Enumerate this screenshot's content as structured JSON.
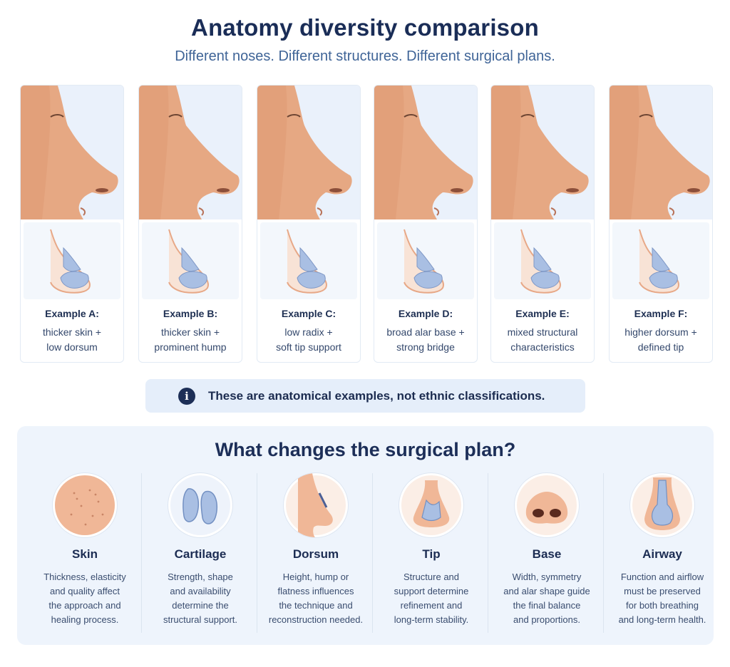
{
  "header": {
    "title": "Anatomy diversity comparison",
    "subtitle": "Different noses. Different structures. Different surgical plans."
  },
  "examples": [
    {
      "label": "Example A:",
      "desc_line1": "thicker skin +",
      "desc_line2": "low dorsum"
    },
    {
      "label": "Example B:",
      "desc_line1": "thicker skin +",
      "desc_line2": "prominent hump"
    },
    {
      "label": "Example C:",
      "desc_line1": "low radix +",
      "desc_line2": "soft tip support"
    },
    {
      "label": "Example D:",
      "desc_line1": "broad alar base +",
      "desc_line2": "strong bridge"
    },
    {
      "label": "Example E:",
      "desc_line1": "mixed structural",
      "desc_line2": "characteristics"
    },
    {
      "label": "Example F:",
      "desc_line1": "higher dorsum +",
      "desc_line2": "defined tip"
    }
  ],
  "notice": {
    "icon": "info-icon",
    "icon_glyph": "i",
    "text": "These are anatomical examples, not ethnic classifications."
  },
  "factors_panel": {
    "title": "What changes the surgical plan?",
    "factors": [
      {
        "name": "Skin",
        "icon": "skin-texture-icon",
        "lines": [
          "Thickness, elasticity",
          "and quality affect",
          "the approach and",
          "healing process."
        ]
      },
      {
        "name": "Cartilage",
        "icon": "cartilage-icon",
        "lines": [
          "Strength, shape",
          "and availability",
          "determine the",
          "structural support."
        ]
      },
      {
        "name": "Dorsum",
        "icon": "dorsum-profile-icon",
        "lines": [
          "Height, hump or",
          "flatness influences",
          "the technique and",
          "reconstruction needed."
        ]
      },
      {
        "name": "Tip",
        "icon": "nasal-tip-icon",
        "lines": [
          "Structure and",
          "support determine",
          "refinement and",
          "long-term stability."
        ]
      },
      {
        "name": "Base",
        "icon": "nasal-base-icon",
        "lines": [
          "Width, symmetry",
          "and alar shape guide",
          "the final balance",
          "and proportions."
        ]
      },
      {
        "name": "Airway",
        "icon": "airway-icon",
        "lines": [
          "Function and airflow",
          "must be preserved",
          "for both breathing",
          "and long-term health."
        ]
      }
    ]
  },
  "colors": {
    "title": "#1a2d57",
    "subtitle": "#3f6497",
    "skin": "#e6a883",
    "cartilage": "#a9bfe3",
    "panel_bg": "#eef4fc"
  }
}
